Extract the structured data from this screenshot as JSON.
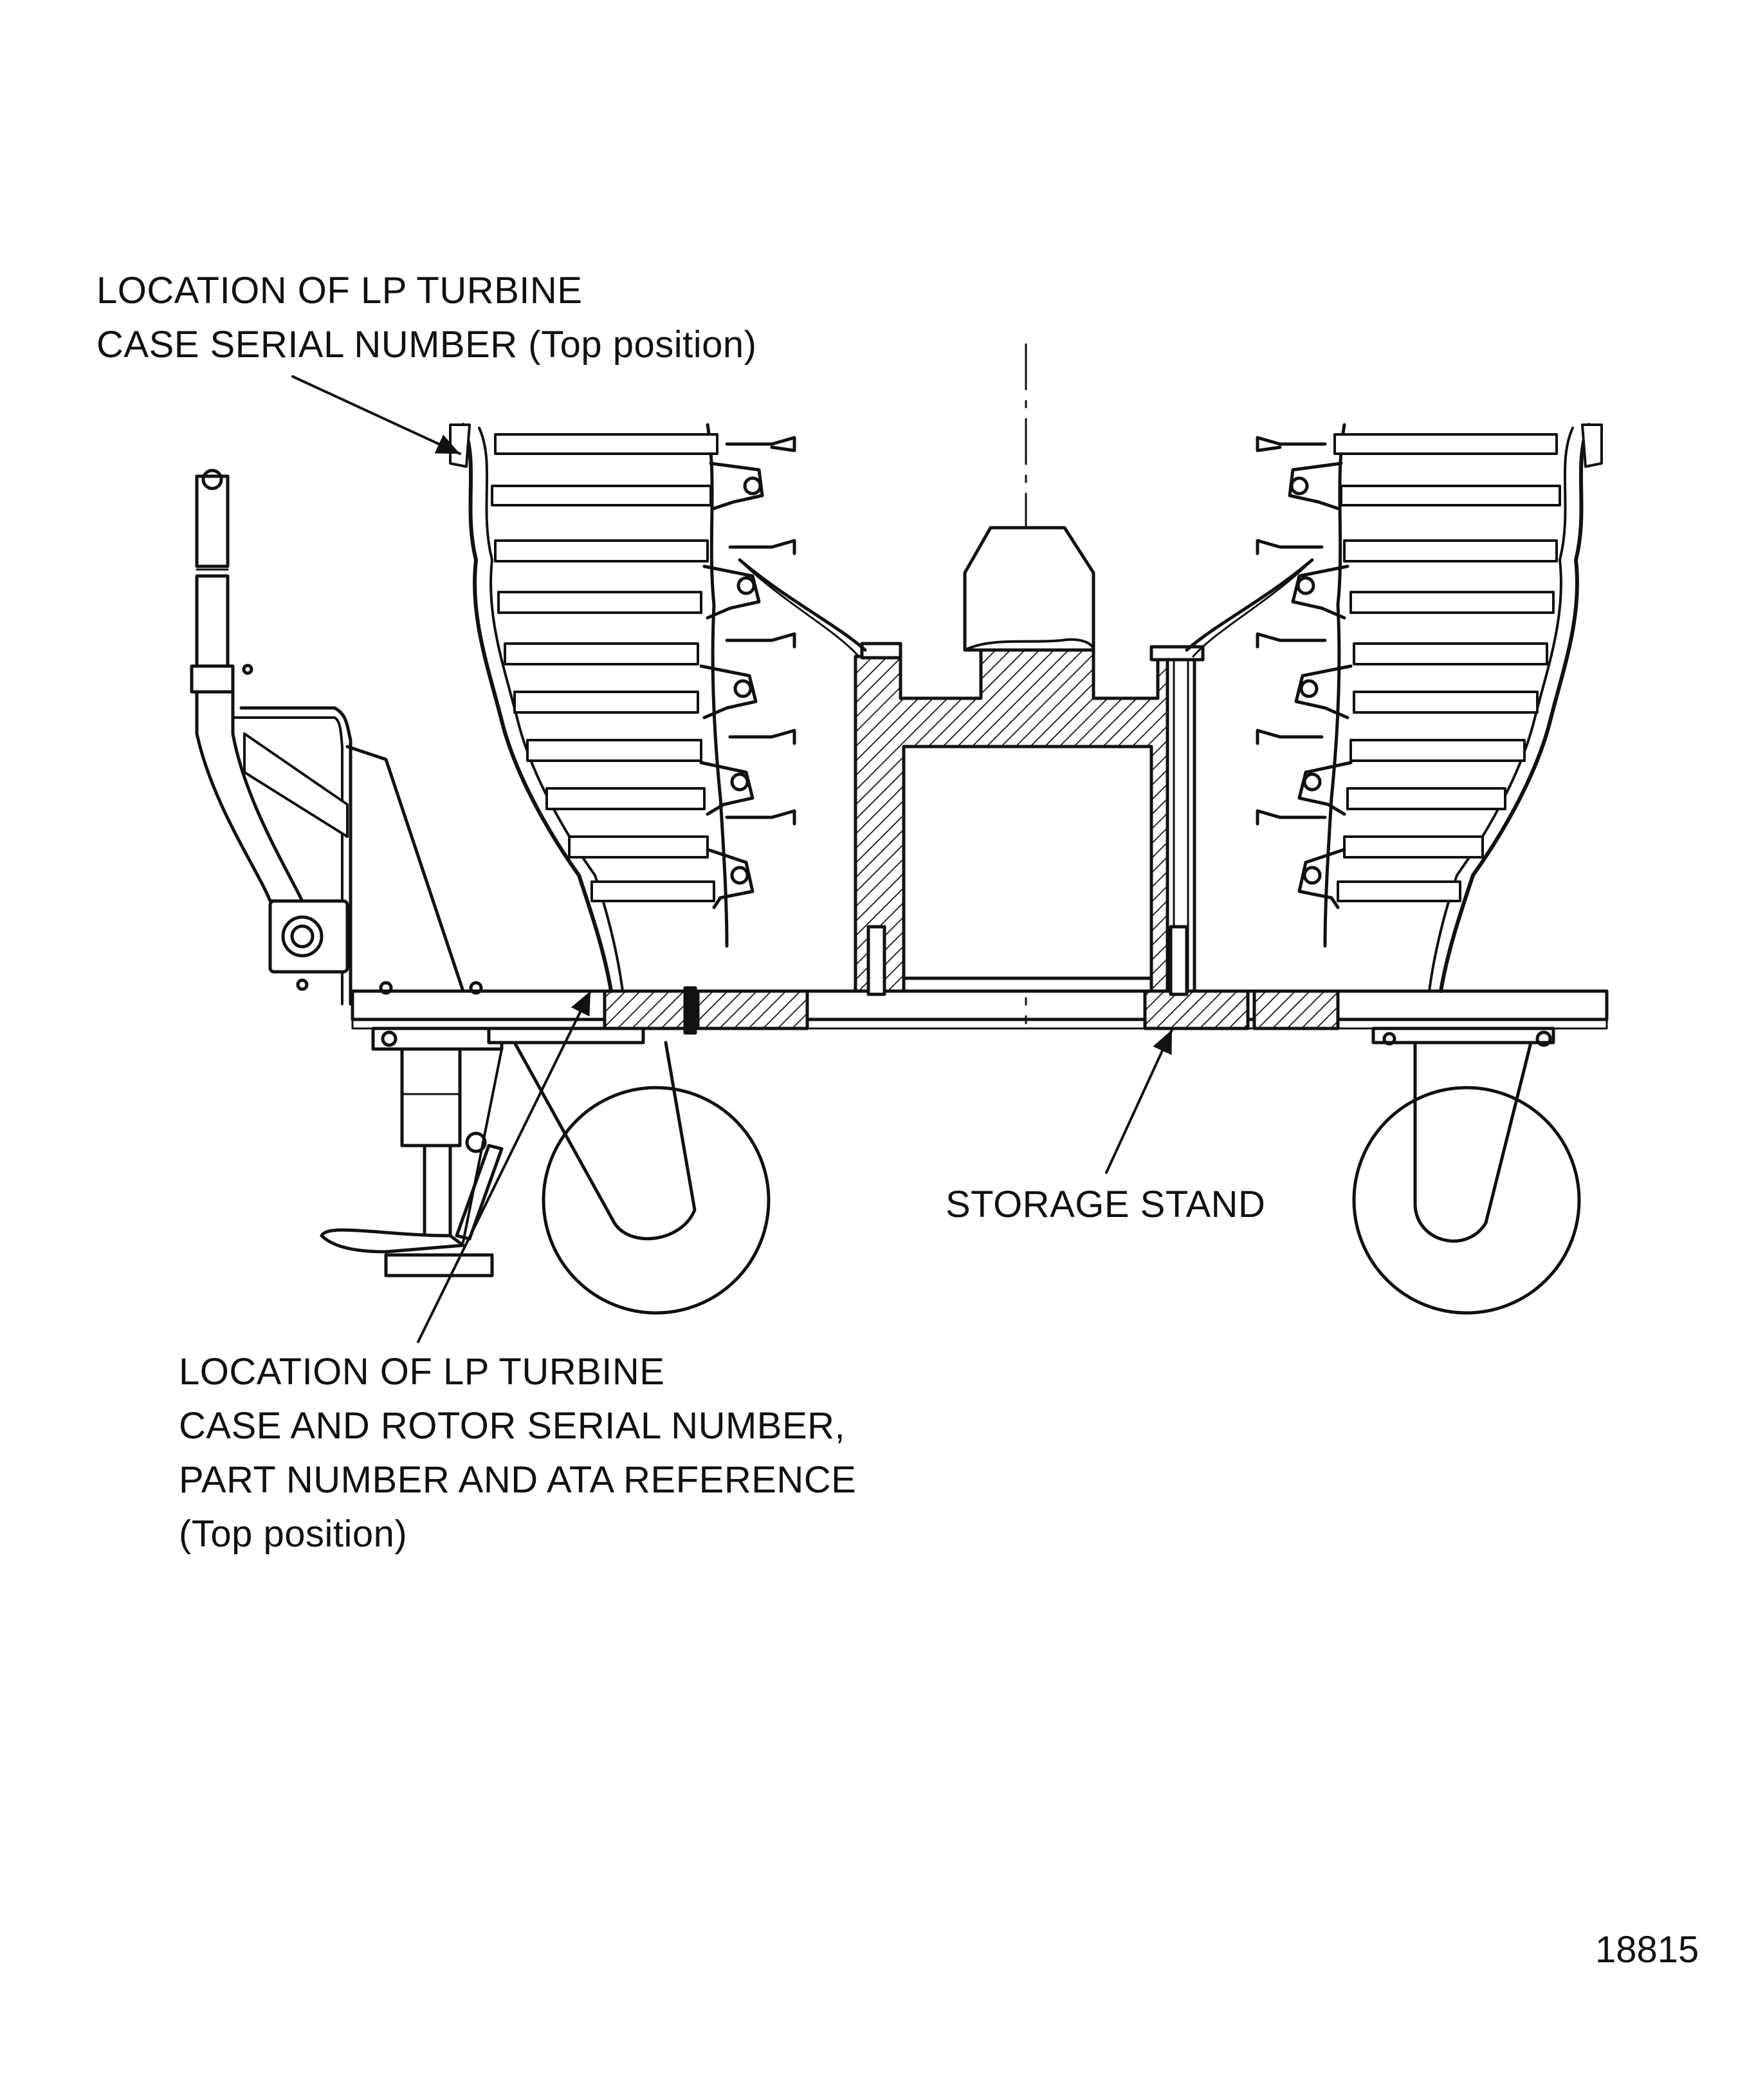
{
  "callouts": {
    "case_serial_top": {
      "line1": "LOCATION OF LP TURBINE",
      "line2": "CASE SERIAL NUMBER (Top position)"
    },
    "case_rotor_serial": {
      "line1": "LOCATION OF LP TURBINE",
      "line2": "CASE AND ROTOR SERIAL NUMBER,",
      "line3": "PART NUMBER AND ATA REFERENCE",
      "line4": "(Top position)"
    },
    "storage_stand": "STORAGE STAND"
  },
  "figure_number": "18815",
  "colors": {
    "ink": "#111111",
    "paper": "#ffffff"
  }
}
